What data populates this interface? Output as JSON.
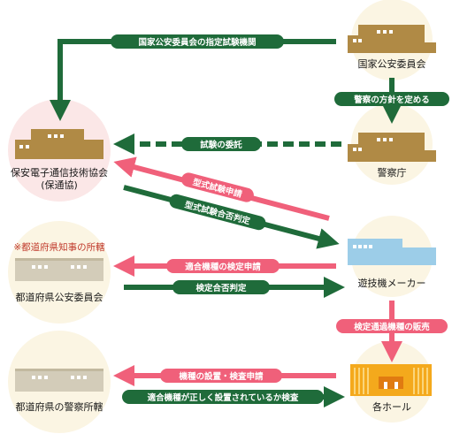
{
  "colors": {
    "green": "#1f6b3a",
    "pink": "#f0607a",
    "circle_cream": "#fbf5e3",
    "circle_pink": "#fbe7e7",
    "building_brown": "#b08a45",
    "building_blue": "#9ccde8",
    "building_gray": "#d3ccb9",
    "hall_orange": "#f4a91c"
  },
  "nodes": {
    "psc": {
      "label": "国家公安委員会"
    },
    "npa": {
      "label": "警察庁"
    },
    "hotsukyo": {
      "label_line1": "保安電子通信技術協会",
      "label_line2": "(保通協)"
    },
    "pref_psc": {
      "label": "都道府県公安委員会"
    },
    "maker": {
      "label": "遊技機メーカー"
    },
    "pref_police": {
      "label": "都道府県の警察所轄"
    },
    "halls": {
      "label": "各ホール"
    }
  },
  "notes": {
    "governor": "※都道府県知事の所轄"
  },
  "arrows": {
    "designated": "国家公安委員会の指定試験機関",
    "policy": "警察の方針を定める",
    "commission": "試験の委託",
    "type_test_apply": "型式試験申請",
    "type_test_result": "型式試験合否判定",
    "verify_apply": "適合機種の検定申請",
    "verify_result": "検定合否判定",
    "sale": "検定通過機種の販売",
    "install_apply": "機種の設置・検査申請",
    "inspection": "適合機種が正しく設置されているか検査"
  }
}
